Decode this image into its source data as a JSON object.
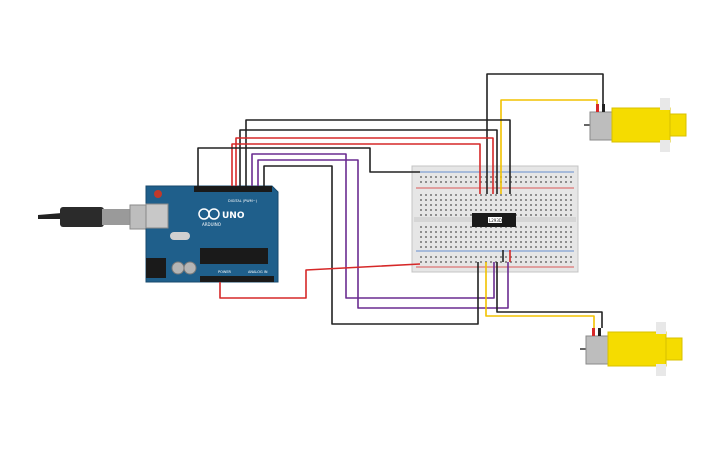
{
  "arduino": {
    "brand": "UNO",
    "logo_text": "ARDUINO",
    "digital_label": "DIGITAL (PWM~)",
    "power_label": "POWER",
    "analog_label": "ANALOG IN"
  },
  "ic": {
    "label": "L293D"
  },
  "wire_colors": {
    "black": "#222222",
    "red": "#d62828",
    "purple": "#6a2c91",
    "yellow": "#f2c200"
  },
  "colors": {
    "board": "#1f5f8b",
    "motor_body": "#f5dc00",
    "breadboard": "#e6e6e6"
  }
}
